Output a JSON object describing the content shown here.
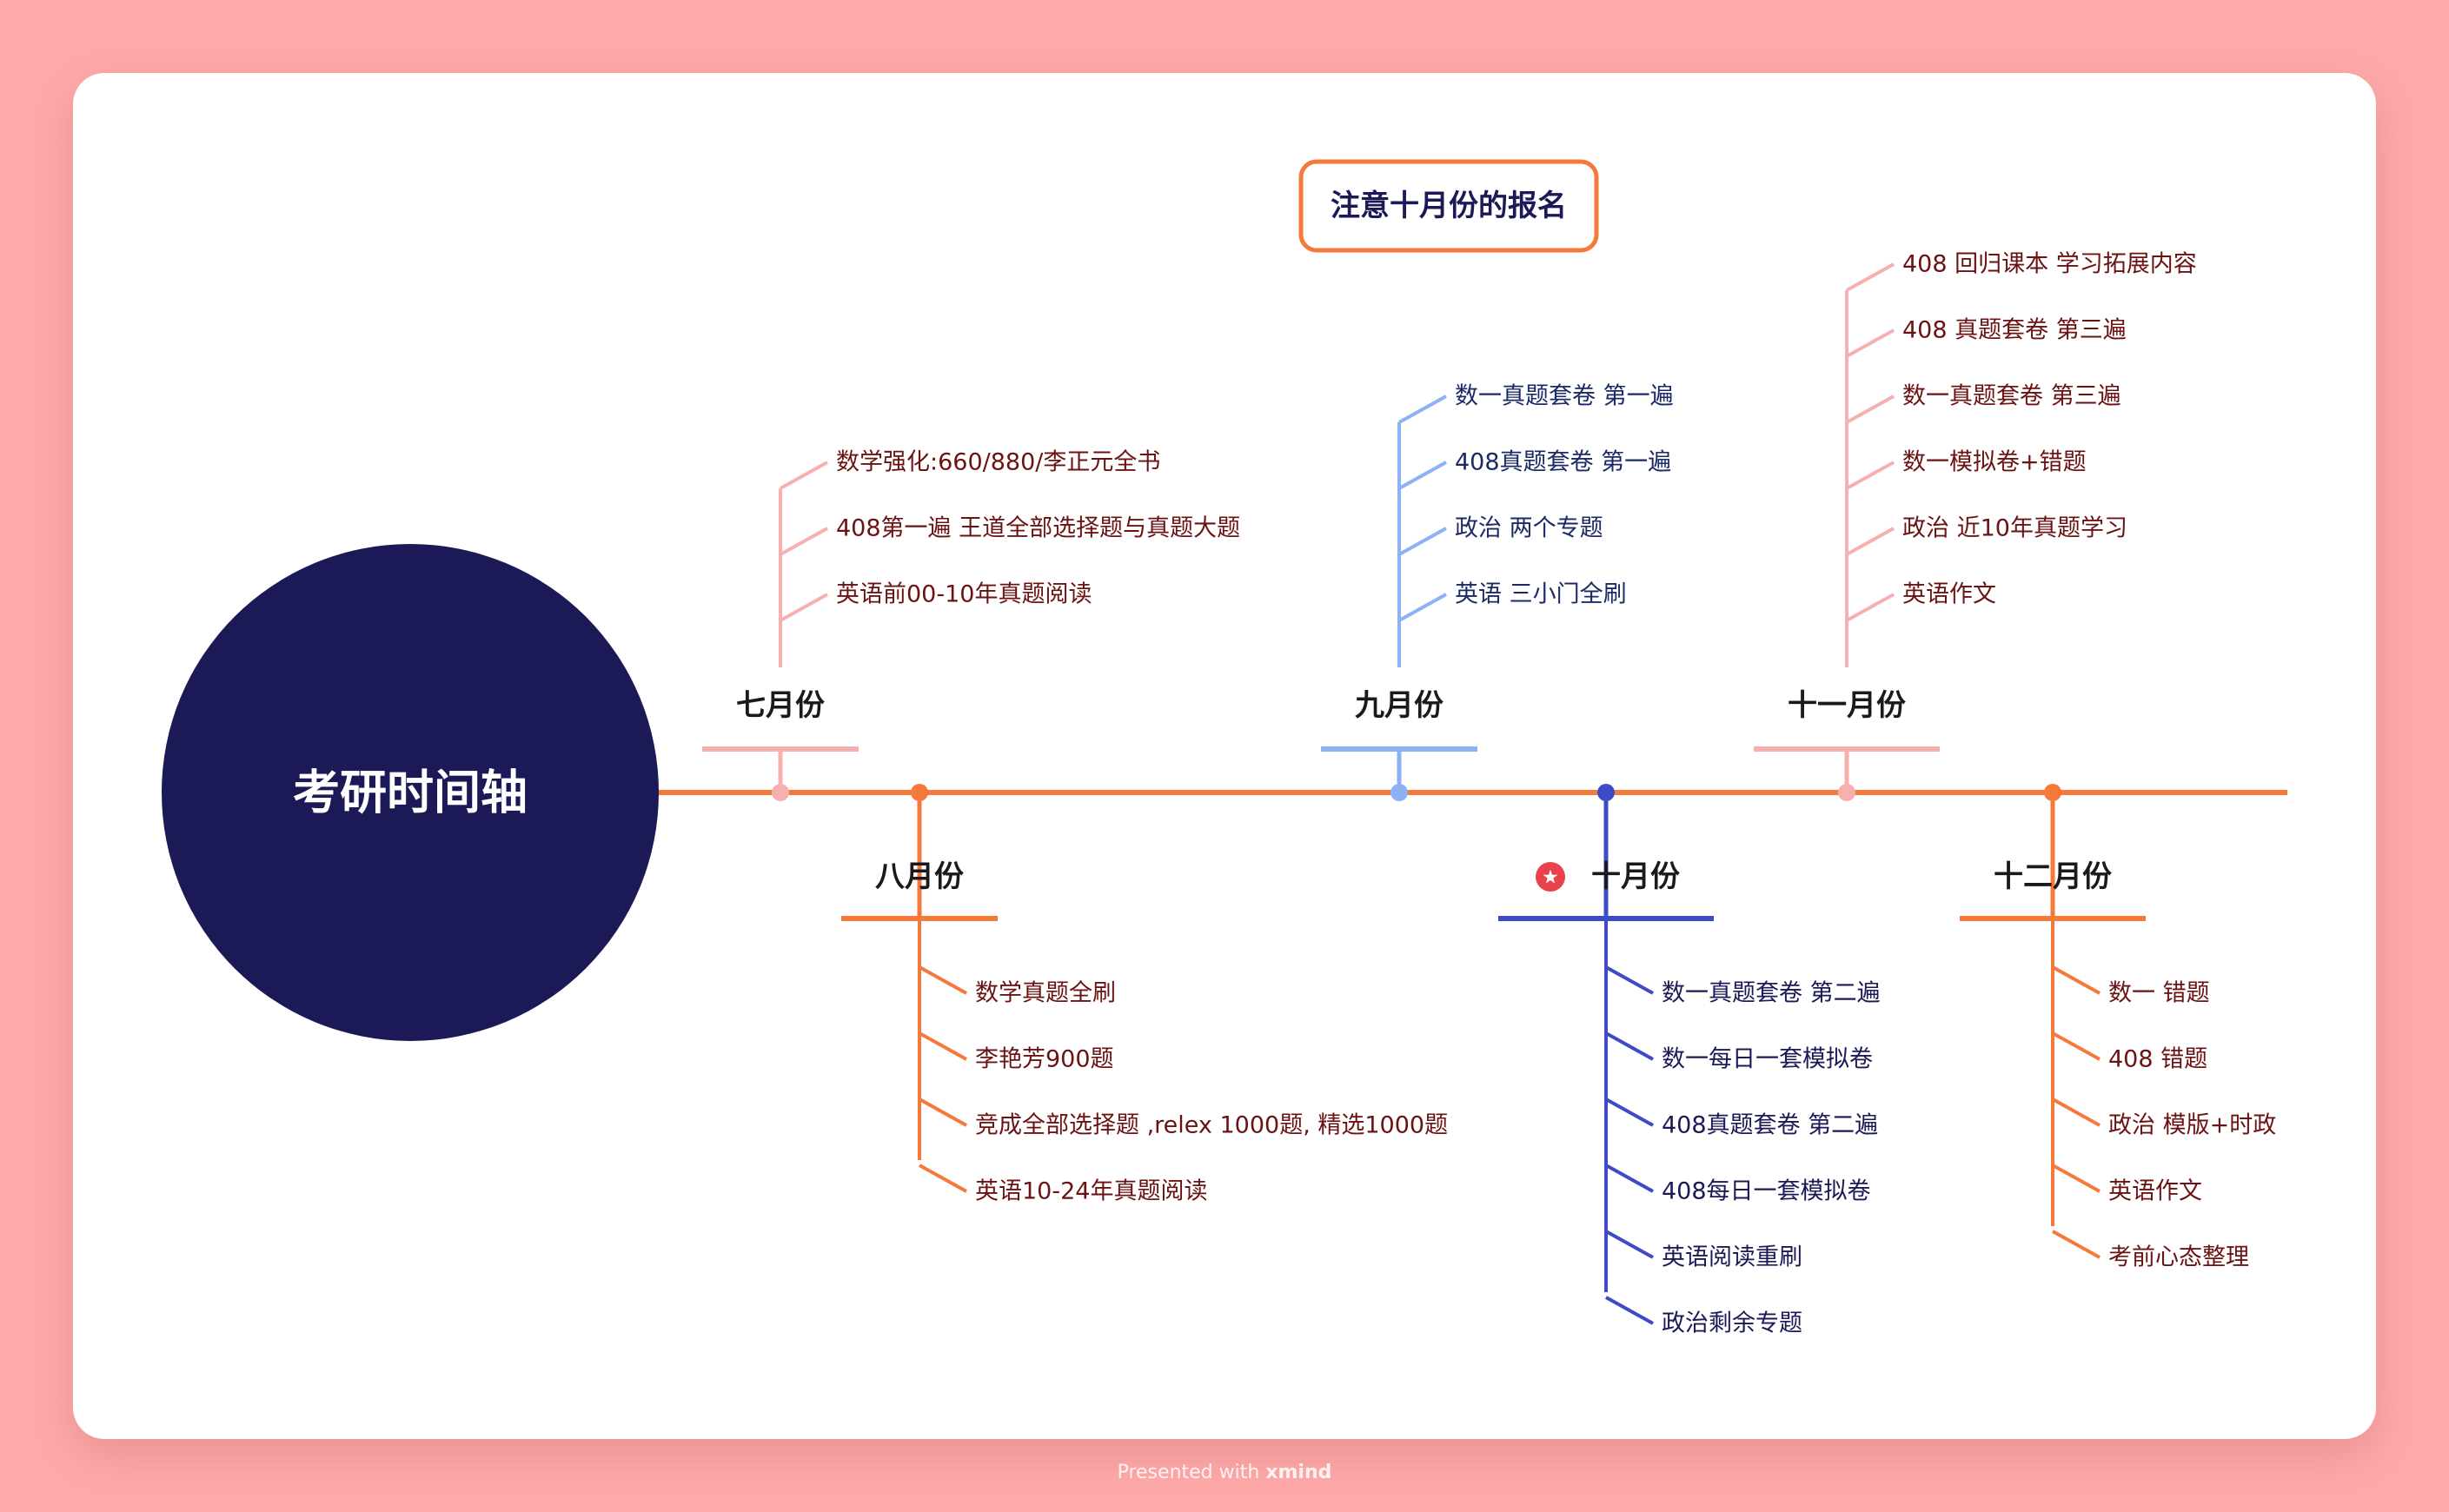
{
  "central_topic": {
    "label": "考研时间轴",
    "fill": "#1B1A57",
    "text_color": "#FFFFFF"
  },
  "note_box": {
    "label": "注意十月份的报名",
    "border_color": "#F5793A",
    "text_color": "#1B1A57"
  },
  "timeline_color": "#F5793A",
  "months": [
    {
      "label": "七月份",
      "color": "#F7B0B0",
      "text_color": "#6B1212",
      "starred": false,
      "items": [
        "数学强化:660/880/李正元全书",
        "408第一遍 王道全部选择题与真题大题",
        "英语前00-10年真题阅读"
      ]
    },
    {
      "label": "八月份",
      "color": "#F5793A",
      "text_color": "#6B1212",
      "starred": false,
      "items": [
        "数学真题全刷",
        "李艳芳900题",
        "竞成全部选择题 ,relex 1000题, 精选1000题",
        "英语10-24年真题阅读"
      ]
    },
    {
      "label": "九月份",
      "color": "#8CB2F5",
      "text_color": "#1B2A66",
      "starred": false,
      "items": [
        "数一真题套卷 第一遍",
        "408真题套卷 第一遍",
        "政治 两个专题",
        "英语 三小门全刷"
      ]
    },
    {
      "label": "十月份",
      "color": "#3F4AC7",
      "text_color": "#1B1A57",
      "starred": true,
      "items": [
        "数一真题套卷 第二遍",
        "数一每日一套模拟卷",
        "408真题套卷 第二遍",
        "408每日一套模拟卷",
        "英语阅读重刷",
        "政治剩余专题"
      ]
    },
    {
      "label": "十一月份",
      "color": "#F7B0B0",
      "text_color": "#6B1212",
      "starred": false,
      "items": [
        "408 回归课本 学习拓展内容",
        "408 真题套卷 第三遍",
        "数一真题套卷 第三遍",
        "数一模拟卷+错题",
        "政治 近10年真题学习",
        "英语作文"
      ]
    },
    {
      "label": "十二月份",
      "color": "#F5793A",
      "text_color": "#6B1212",
      "starred": false,
      "items": [
        "数一 错题",
        "408 错题",
        "政治 模版+时政",
        "英语作文",
        "考前心态整理"
      ]
    }
  ],
  "footer": {
    "prefix": "Presented with ",
    "brand": "xmind"
  }
}
